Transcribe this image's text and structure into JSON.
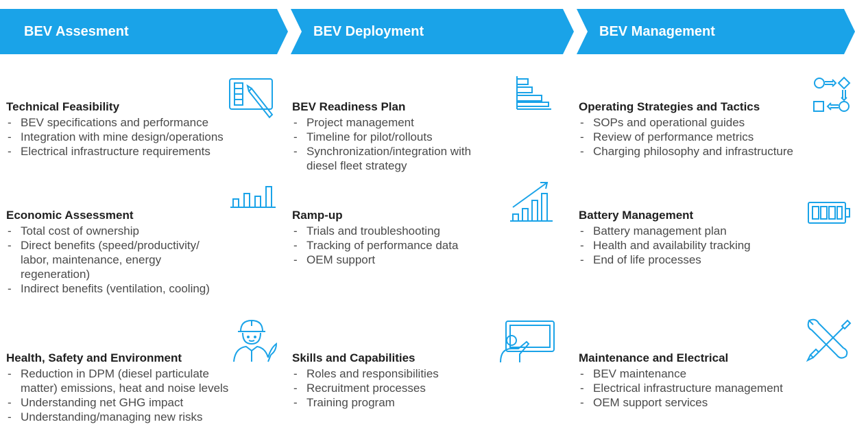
{
  "phases": [
    {
      "title": "BEV Assesment",
      "sections": [
        {
          "title": "Technical Feasibility",
          "icon": "tablet-pen-icon",
          "items": [
            "BEV specifications and performance",
            "Integration with mine design/operations",
            "Electrical infrastructure requirements"
          ]
        },
        {
          "title": "Economic Assessment",
          "icon": "bar-chart-icon",
          "items": [
            "Total cost of ownership",
            "Direct benefits (speed/productivity/",
            "labor, maintenance, energy",
            "regeneration)",
            "Indirect benefits (ventilation, cooling)"
          ]
        },
        {
          "title": "Health, Safety and Environment",
          "icon": "worker-leaf-icon",
          "items": [
            "Reduction in DPM (diesel particulate",
            "matter) emissions, heat and noise levels",
            "Understanding net GHG impact",
            "Understanding/managing new risks"
          ]
        }
      ]
    },
    {
      "title": "BEV Deployment",
      "sections": [
        {
          "title": "BEV Readiness Plan",
          "icon": "gantt-chart-icon",
          "items": [
            "Project management",
            "Timeline for pilot/rollouts",
            "Synchronization/integration with",
            "diesel fleet strategy"
          ]
        },
        {
          "title": "Ramp-up",
          "icon": "growth-chart-icon",
          "items": [
            "Trials and troubleshooting",
            "Tracking of performance data",
            "OEM support"
          ]
        },
        {
          "title": "Skills and Capabilities",
          "icon": "presenter-board-icon",
          "items": [
            "Roles and responsibilities",
            "Recruitment processes",
            "Training program"
          ]
        }
      ]
    },
    {
      "title": "BEV Management",
      "sections": [
        {
          "title": "Operating Strategies and Tactics",
          "icon": "process-flow-icon",
          "items": [
            "SOPs and operational guides",
            "Review of performance metrics",
            "Charging philosophy and infrastructure"
          ]
        },
        {
          "title": "Battery Management",
          "icon": "battery-icon",
          "items": [
            "Battery management plan",
            "Health and availability tracking",
            "End of life processes"
          ]
        },
        {
          "title": "Maintenance and Electrical",
          "icon": "wrench-screwdriver-icon",
          "items": [
            "BEV maintenance",
            "Electrical infrastructure management",
            "OEM support services"
          ]
        }
      ]
    }
  ],
  "colors": {
    "accent": "#1aa3e8",
    "heading": "#1f1f1f",
    "text": "#4a4a4a"
  }
}
